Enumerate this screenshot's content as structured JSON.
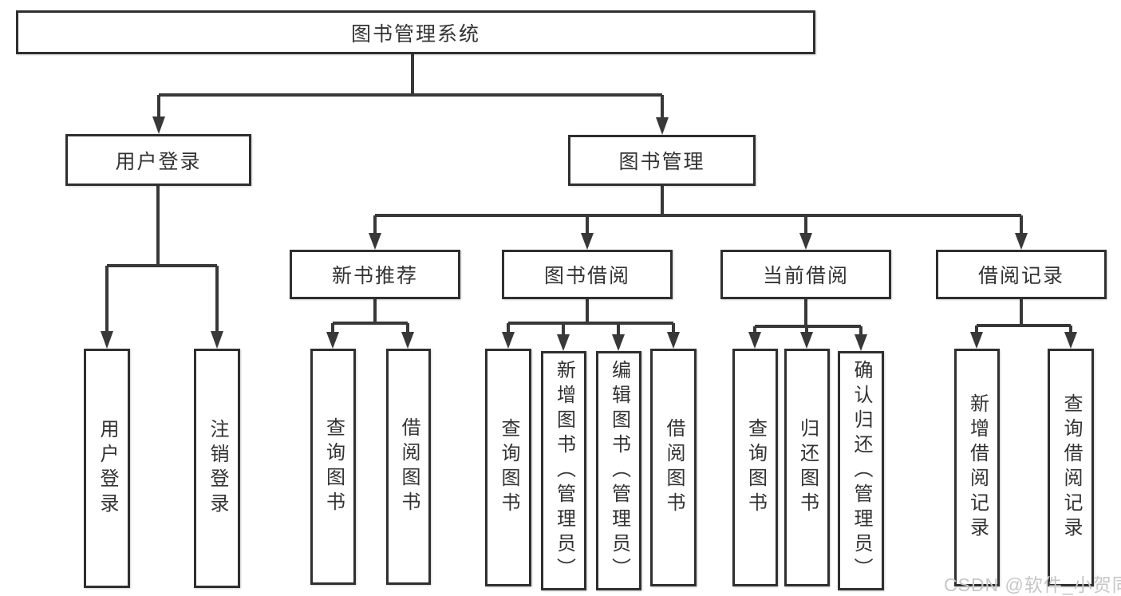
{
  "diagram": {
    "type": "hierarchy-tree",
    "watermark": "CSDN @软件_小贺同学",
    "colors": {
      "line": "#383838",
      "border": "#2f2f2f",
      "text": "#333333",
      "background": "#ffffff",
      "watermark": "#c6c6c6"
    },
    "nodes": {
      "root": {
        "label": "图书管理系统"
      },
      "login": {
        "label": "用户登录"
      },
      "manage": {
        "label": "图书管理"
      },
      "login_user": {
        "label": "用户登录"
      },
      "login_logout": {
        "label": "注销登录"
      },
      "recommend": {
        "label": "新书推荐"
      },
      "borrow": {
        "label": "图书借阅"
      },
      "current": {
        "label": "当前借阅"
      },
      "records": {
        "label": "借阅记录"
      },
      "rec_query": {
        "label": "查询图书"
      },
      "rec_borrow": {
        "label": "借阅图书"
      },
      "bor_query": {
        "label": "查询图书"
      },
      "bor_add": {
        "label": "新增图书（管理员）"
      },
      "bor_edit": {
        "label": "编辑图书（管理员）"
      },
      "bor_borrow": {
        "label": "借阅图书"
      },
      "cur_query": {
        "label": "查询图书"
      },
      "cur_return": {
        "label": "归还图书"
      },
      "cur_confirm": {
        "label": "确认归还（管理员）"
      },
      "log_add": {
        "label": "新增借阅记录"
      },
      "log_query": {
        "label": "查询借阅记录"
      }
    },
    "edges": [
      "图书管理系统 -> 用户登录, 图书管理",
      "用户登录 -> 用户登录, 注销登录",
      "图书管理 -> 新书推荐, 图书借阅, 当前借阅, 借阅记录",
      "新书推荐 -> 查询图书, 借阅图书",
      "图书借阅 -> 查询图书, 新增图书（管理员）, 编辑图书（管理员）, 借阅图书",
      "当前借阅 -> 查询图书, 归还图书, 确认归还（管理员）",
      "借阅记录 -> 新增借阅记录, 查询借阅记录"
    ]
  }
}
